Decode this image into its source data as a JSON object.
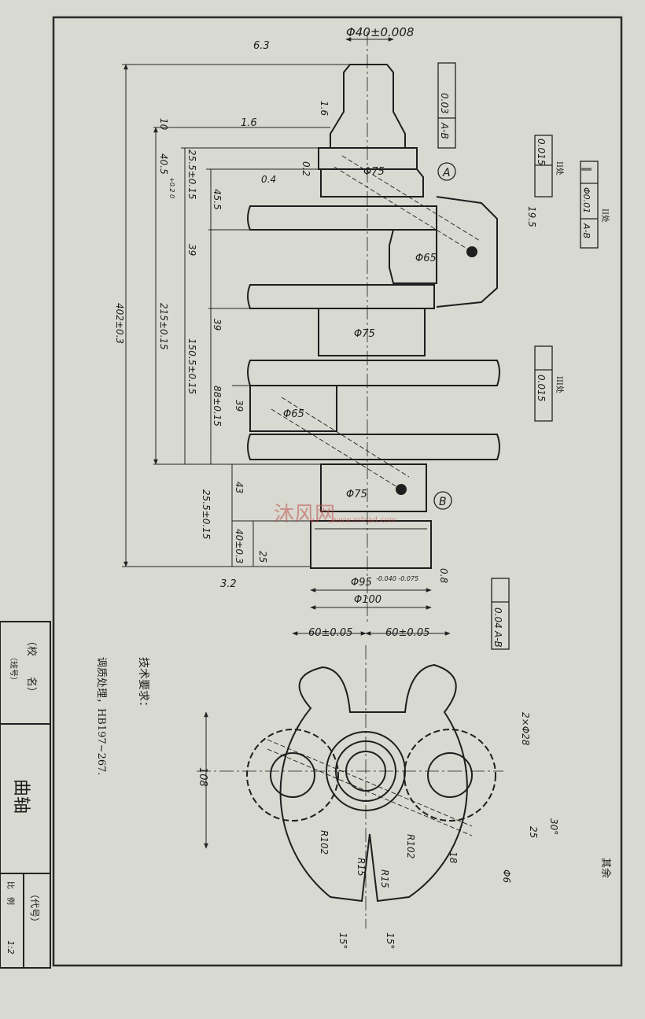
{
  "drawing": {
    "part_name": "曲轴",
    "title_block": {
      "school": "（校　　名）",
      "class_no": "（班号）",
      "drawing_no": "（代号）",
      "scale_label": "比　例",
      "scale": "1:2"
    },
    "tech_req_title": "技术要求：",
    "tech_req_text": "调质处理，HB197~267.",
    "general_roughness": "其余",
    "watermark": "沐风网",
    "watermark_url": "www.mfcad.com"
  },
  "front_view": {
    "dims": {
      "top_dia": "Φ40±0.008",
      "rough_63": "6.3",
      "rough_16a": "1.6",
      "rough_16b": "1.6",
      "d10": "10",
      "d255a": "25.5±0.15",
      "d405": "40.5",
      "d405_tol": "+0.2 0",
      "d455": "45.5",
      "d39a": "39",
      "d215": "215±0.15",
      "d402": "402±0.3",
      "d1505": "150.5±0.15",
      "d39b": "39",
      "d88": "88±0.15",
      "d39c": "39",
      "d255b": "25.5±0.15",
      "d43": "43",
      "d40": "40±0.3",
      "d25": "25",
      "rough_32": "3.2",
      "phi75_a": "Φ75",
      "phi65_a": "Φ65",
      "phi75_b": "Φ75",
      "phi65_b": "Φ65",
      "phi75_c": "Φ75",
      "phi95": "Φ95",
      "phi95_tol": "-0.040 -0.075",
      "phi100": "Φ100",
      "d195": "19.5",
      "r02": "0.2",
      "r04": "0.4",
      "r08": "0.8",
      "datum_a": "A",
      "datum_b": "B"
    },
    "tolerances": {
      "runout1_a": "0.03",
      "runout1_b": "A-B",
      "fc2_a": "0.015",
      "fc3_a": "∥",
      "fc3_b": "Φ0.01",
      "fc3_c": "A-B",
      "fc4_b": "0.015",
      "fc5_a": "0.04",
      "fc5_b": "A-B",
      "note_II": "II处",
      "note_II2": "II处",
      "note_III": "III处"
    }
  },
  "side_view": {
    "dims": {
      "d60a": "60±0.05",
      "d60b": "60±0.05",
      "d108": "108",
      "holes": "2×Φ28",
      "r102a": "R102",
      "r102b": "R102",
      "r15a": "R15",
      "r15b": "R15",
      "d18": "18",
      "d25": "25",
      "ang30": "30°",
      "phi6": "Φ6",
      "ang15a": "15°",
      "ang15b": "15°"
    }
  }
}
